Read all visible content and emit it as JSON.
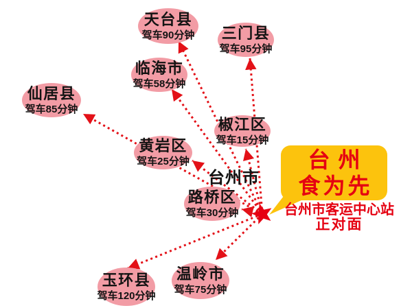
{
  "city_label": "台州市",
  "locations": [
    {
      "id": "tiantai",
      "name": "天台县",
      "drive_time": "驾车90分钟",
      "drive_minutes": 90
    },
    {
      "id": "sanmen",
      "name": "三门县",
      "drive_time": "驾车95分钟",
      "drive_minutes": 95
    },
    {
      "id": "linhai",
      "name": "临海市",
      "drive_time": "驾车58分钟",
      "drive_minutes": 58
    },
    {
      "id": "xianju",
      "name": "仙居县",
      "drive_time": "驾车85分钟",
      "drive_minutes": 85
    },
    {
      "id": "jiaojiang",
      "name": "椒江区",
      "drive_time": "驾车15分钟",
      "drive_minutes": 15
    },
    {
      "id": "huangyan",
      "name": "黄岩区",
      "drive_time": "驾车25分钟",
      "drive_minutes": 25
    },
    {
      "id": "luqiao",
      "name": "路桥区",
      "drive_time": "驾车30分钟",
      "drive_minutes": 30
    },
    {
      "id": "yuhuan",
      "name": "玉环县",
      "drive_time": "驾车120分钟",
      "drive_minutes": 120
    },
    {
      "id": "wenling",
      "name": "温岭市",
      "drive_time": "驾车75分钟",
      "drive_minutes": 75
    }
  ],
  "destination": {
    "name_line1": "台州",
    "name_line2": "食为先",
    "address_line1": "台州市客运中心站",
    "address_line2": "正对面"
  },
  "colors": {
    "ellipse_pink": "#f29ca5",
    "arrow_red": "#e31118",
    "star_red": "#e60012",
    "bubble_yellow": "#fcc30d",
    "brand_text_red": "#e50011",
    "label_black": "#131313",
    "background": "#ffffff"
  }
}
